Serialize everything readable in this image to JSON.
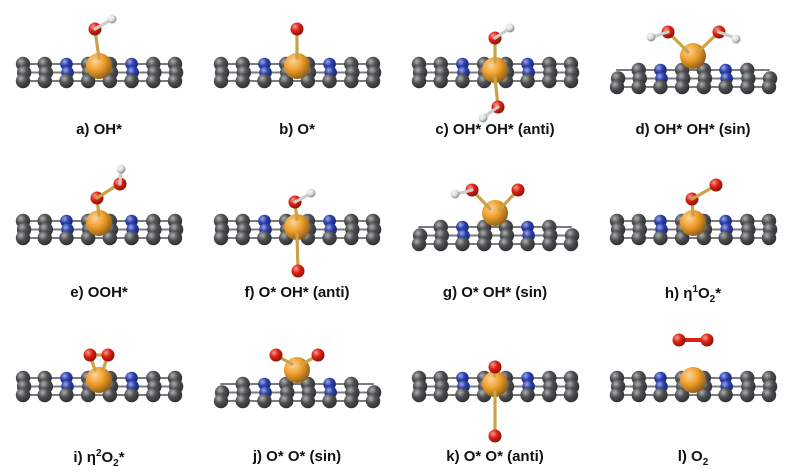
{
  "colors": {
    "carbon": "#4d4f52",
    "nitrogen": "#2a3fb0",
    "metal": "#f2a02a",
    "oxygen": "#e02010",
    "hydrogen": "#e4e4e4",
    "bond": "#c8a34a"
  },
  "panels": [
    {
      "letter": "a)",
      "caption": "OH*"
    },
    {
      "letter": "b)",
      "caption": "O*"
    },
    {
      "letter": "c)",
      "caption": "OH* OH* (anti)"
    },
    {
      "letter": "d)",
      "caption": "OH* OH* (sin)"
    },
    {
      "letter": "e)",
      "caption": "OOH*"
    },
    {
      "letter": "f)",
      "caption": "O* OH* (anti)"
    },
    {
      "letter": "g)",
      "caption": "O* OH* (sin)"
    },
    {
      "letter": "h)",
      "caption_parts": [
        "η",
        "1",
        "O",
        "2",
        "*"
      ]
    },
    {
      "letter": "i)",
      "caption_parts": [
        "η",
        "2",
        "O",
        "2",
        "*"
      ]
    },
    {
      "letter": "j)",
      "caption": "O* O* (sin)"
    },
    {
      "letter": "k)",
      "caption": "O* O* (anti)"
    },
    {
      "letter": "l)",
      "caption_parts": [
        "O",
        "2"
      ]
    }
  ]
}
